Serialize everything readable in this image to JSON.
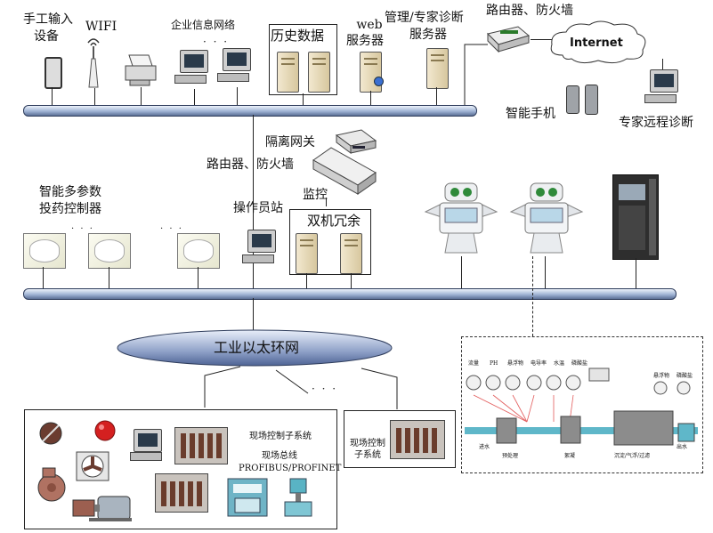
{
  "labels": {
    "manual_input": [
      "手工输入",
      "设备"
    ],
    "wifi": "WIFI",
    "enterprise_network": "企业信息网络",
    "history_data": "历史数据",
    "web_server": [
      "web",
      "服务器"
    ],
    "expert_server": [
      "管理/专家诊断",
      "服务器"
    ],
    "router_top": "路由器、防火墙",
    "internet": "Internet",
    "smartphone": "智能手机",
    "expert_remote": "专家远程诊断",
    "isolation_gateway": "隔离网关",
    "router_mid": "路由器、防火墙",
    "monitor": "监控",
    "smart_controller": [
      "智能多参数",
      "投药控制器"
    ],
    "operator_station": "操作员站",
    "dual_redundancy": "双机冗余",
    "ring_network": "工业以太环网",
    "field_control_subsystem": "现场控制子系统",
    "fieldbus": [
      "现场总线",
      "PROFIBUS/PROFINET"
    ],
    "field_control_sub2": [
      "现场控制",
      "子系统"
    ],
    "dots": "· · ·"
  },
  "process_panel": {
    "sensors": [
      "流量",
      "PH",
      "悬浮物",
      "电导率",
      "水温",
      "磷酸盐",
      "悬浮物",
      "磷酸盐"
    ],
    "stages": [
      "进水",
      "预处理",
      "絮凝",
      "沉淀/气浮/过滤",
      "出水"
    ]
  },
  "icons": [
    "tablet-icon",
    "wifi-icon",
    "printer-icon",
    "pc-icon",
    "server-icon",
    "router-icon",
    "cloud-icon",
    "smartphone-icon",
    "gateway-icon",
    "firewall-icon",
    "controller-icon",
    "robot-icon",
    "cabinet-icon",
    "valve-icon",
    "alarm-light-icon",
    "fan-icon",
    "pump-icon",
    "motor-icon",
    "plc-icon",
    "flowmeter-icon",
    "display-icon"
  ],
  "colors": {
    "bus": "#9fb3d4",
    "ring": "#8fa1c8",
    "pipe": "#5fb7c9",
    "cabinet": "#6a3c2c",
    "alarm": "#d42020"
  }
}
